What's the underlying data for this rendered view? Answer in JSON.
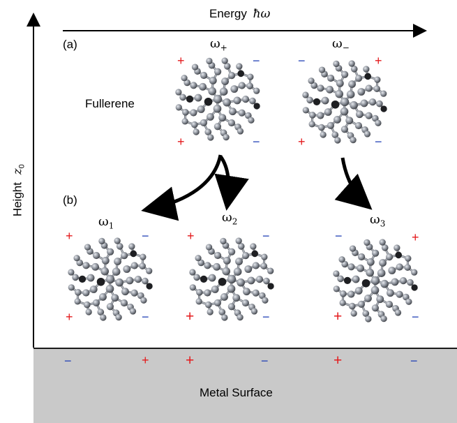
{
  "axis": {
    "energy_label": "Energy",
    "energy_symbol": "ħω",
    "height_label": "Height",
    "height_symbol": "z",
    "height_subscript": "0"
  },
  "panels": {
    "a_label": "(a)",
    "b_label": "(b)"
  },
  "molecule_label": "Fullerene",
  "modes": {
    "omega_plus": {
      "base": "ω",
      "sub": "+"
    },
    "omega_minus": {
      "base": "ω",
      "sub": "−"
    },
    "omega_1": {
      "base": "ω",
      "sub": "1"
    },
    "omega_2": {
      "base": "ω",
      "sub": "2"
    },
    "omega_3": {
      "base": "ω",
      "sub": "3"
    }
  },
  "signs": {
    "plus": "+",
    "minus": "−"
  },
  "surface": {
    "label": "Metal Surface",
    "color": "#c9c9c9"
  },
  "colors": {
    "plus": "#e41a1c",
    "minus": "#1f3fb5",
    "atom": "#8a8f98"
  },
  "icons": {
    "molecule": "fullerene-icon",
    "arrow": "curved-arrow-icon"
  }
}
